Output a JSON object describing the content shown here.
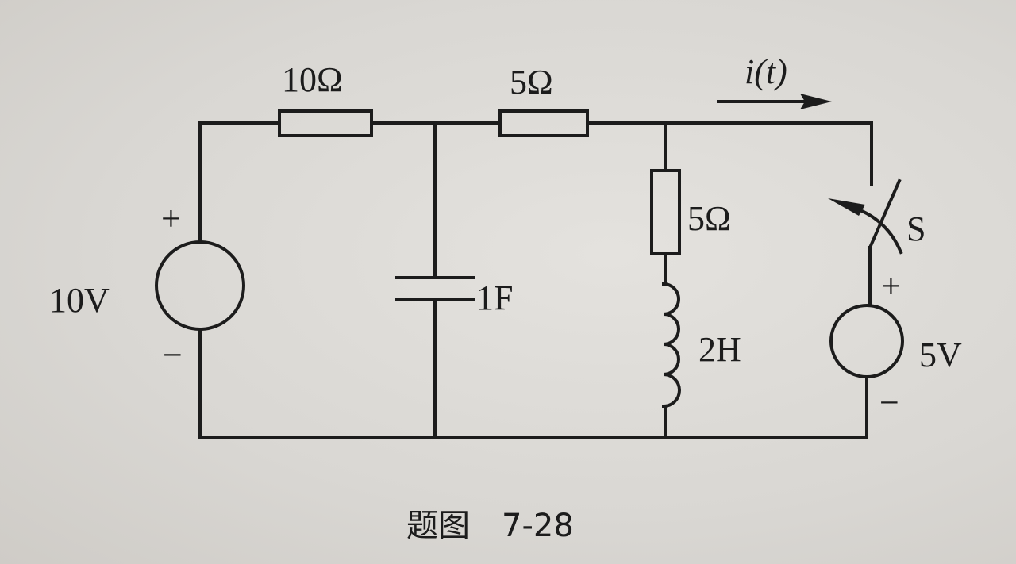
{
  "labels": {
    "r1": "10Ω",
    "r2": "5Ω",
    "r3": "5Ω",
    "capacitor": "1F",
    "inductor": "2H",
    "source_left": "10V",
    "source_right": "5V",
    "switch": "S",
    "current": "i(t)",
    "plus": "+",
    "minus": "−"
  },
  "caption": "题图　7-28"
}
